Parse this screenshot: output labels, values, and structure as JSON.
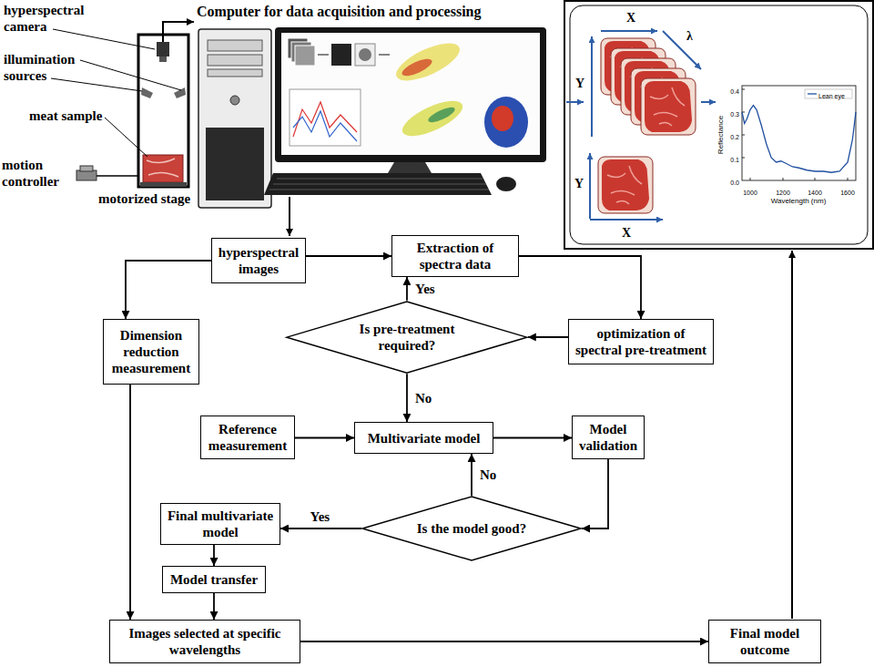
{
  "diagram": {
    "nodes": [
      {
        "text": [
          "hyperspectral images"
        ]
      },
      {
        "text": [
          "Extraction of spectra data"
        ]
      },
      {
        "text": [
          "Dimension reduction measurement"
        ]
      },
      {
        "text": [
          "Is pre-treatment required?"
        ]
      },
      {
        "text": [
          "optimization of spectral pre-treatment"
        ]
      },
      {
        "text": [
          "Reference measurement"
        ]
      },
      {
        "text": [
          "Multivariate model"
        ]
      },
      {
        "text": [
          "Model validation"
        ]
      },
      {
        "text": [
          "Final multivariate model"
        ]
      },
      {
        "text": [
          "Is the model good?"
        ]
      },
      {
        "text": [
          "Model transfer"
        ]
      },
      {
        "text": [
          "Images selected at specific wavelengths"
        ]
      },
      {
        "text": [
          "Final model outcome"
        ]
      }
    ],
    "edges": [
      {
        "from": 0,
        "to": 1,
        "arrow": "to"
      },
      {
        "from": 0,
        "to": 2,
        "arrow": "to"
      },
      {
        "from": 1,
        "to": 4,
        "arrow": "to"
      },
      {
        "from": 4,
        "to": 3,
        "arrow": "to"
      },
      {
        "from": 3,
        "to": 1,
        "arrow": "to",
        "label": "Yes"
      },
      {
        "from": 3,
        "to": 6,
        "arrow": "to",
        "label": "No"
      },
      {
        "from": 5,
        "to": 6,
        "arrow": "to"
      },
      {
        "from": 6,
        "to": 7,
        "arrow": "to"
      },
      {
        "from": 7,
        "to": 9,
        "arrow": "to"
      },
      {
        "from": 9,
        "to": 6,
        "arrow": "to",
        "label": "No"
      },
      {
        "from": 9,
        "to": 8,
        "arrow": "to",
        "label": "Yes"
      },
      {
        "from": 8,
        "to": 10,
        "arrow": "to"
      },
      {
        "from": 10,
        "to": 11,
        "arrow": "to"
      },
      {
        "from": 2,
        "to": 11,
        "arrow": "to"
      },
      {
        "from": 11,
        "to": 12,
        "arrow": "to"
      }
    ],
    "labels": [
      "hyperspectral camera",
      "illumination sources",
      "meat sample",
      "motion controller",
      "motorized stage",
      "Computer for data acquisition and processing",
      "X",
      "λ",
      "Y",
      "Y",
      "X",
      "Reflectance",
      "0.4",
      "0.3",
      "0.2",
      "0.1",
      "0.0",
      "1000",
      "1200",
      "1400",
      "1600",
      "Wavelength (nm)"
    ],
    "legend": [
      {
        "text": "Lean eye"
      }
    ]
  }
}
